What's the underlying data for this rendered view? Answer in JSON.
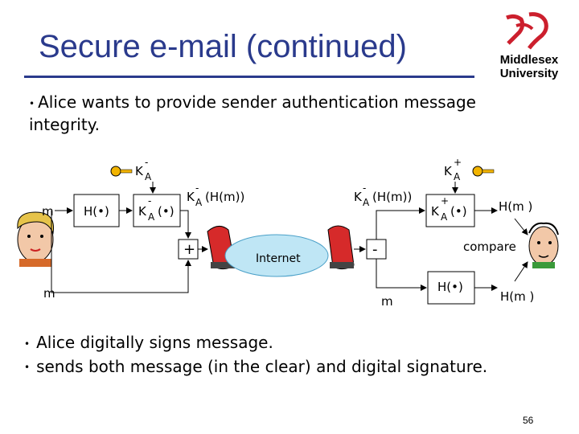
{
  "slide": {
    "title": "Secure e-mail (continued)",
    "logo": {
      "line1": "Middlesex",
      "line2": "University",
      "accent_color": "#cc1f2d"
    },
    "intro": {
      "bullet": "•",
      "text_line1": "Alice wants to provide sender authentication message",
      "text_line2": "integrity."
    },
    "bullets": [
      {
        "symbol": "•",
        "text": "Alice digitally signs message."
      },
      {
        "symbol": "•",
        "text": "sends both message (in the clear) and digital signature."
      }
    ],
    "page_number": "56"
  },
  "diagram": {
    "m_top": "m",
    "m_bottom": "m",
    "m_right": "m",
    "hash_box": "H(•)",
    "priv_key_label_k": "K",
    "priv_key_label_sub": "A",
    "priv_key_label_sup": "-",
    "priv_encrypt_k": "K",
    "priv_encrypt_sub": "A",
    "priv_encrypt_sup": "-",
    "priv_encrypt_arg": "(•)",
    "signed_k": "K",
    "signed_sub": "A",
    "signed_sup": "-",
    "signed_arg": "(H(m))",
    "plus": "+",
    "minus": "-",
    "internet": "Internet",
    "recv_signed_k": "K",
    "recv_signed_sub": "A",
    "recv_signed_sup": "-",
    "recv_signed_arg": "(H(m))",
    "pub_key_label_k": "K",
    "pub_key_label_sub": "A",
    "pub_key_label_sup": "+",
    "pub_decrypt_k": "K",
    "pub_decrypt_sub": "A",
    "pub_decrypt_sup": "+",
    "pub_decrypt_arg": "(•)",
    "hm_top": "H(m )",
    "hm_bottom": "H(m )",
    "hash_box_right": "H(•)",
    "compare": "compare",
    "compare_color": "#cc2222"
  }
}
